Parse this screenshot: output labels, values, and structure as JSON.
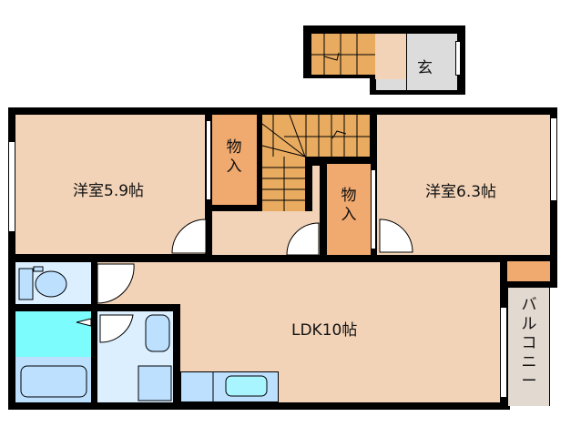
{
  "floorplan": {
    "rooms": {
      "western_room_1": {
        "label": "洋室5.9帖"
      },
      "western_room_2": {
        "label": "洋室6.3帖"
      },
      "ldk": {
        "label": "LDK10帖"
      },
      "closet_1": {
        "label": "物入"
      },
      "closet_2": {
        "label": "物入"
      },
      "entrance": {
        "label": "玄"
      },
      "balcony": {
        "label": "バルコニー"
      }
    },
    "colors": {
      "room_floor": "#f2d3b8",
      "closet": "#f0a96f",
      "stairs": "#e8ab60",
      "wet_area": "#dcefff",
      "bath": "#7cfcfc",
      "fixture": "#bde0ff",
      "entrance_floor": "#dcdcdc",
      "balcony": "#e2d9d0",
      "wall": "#000000"
    }
  }
}
